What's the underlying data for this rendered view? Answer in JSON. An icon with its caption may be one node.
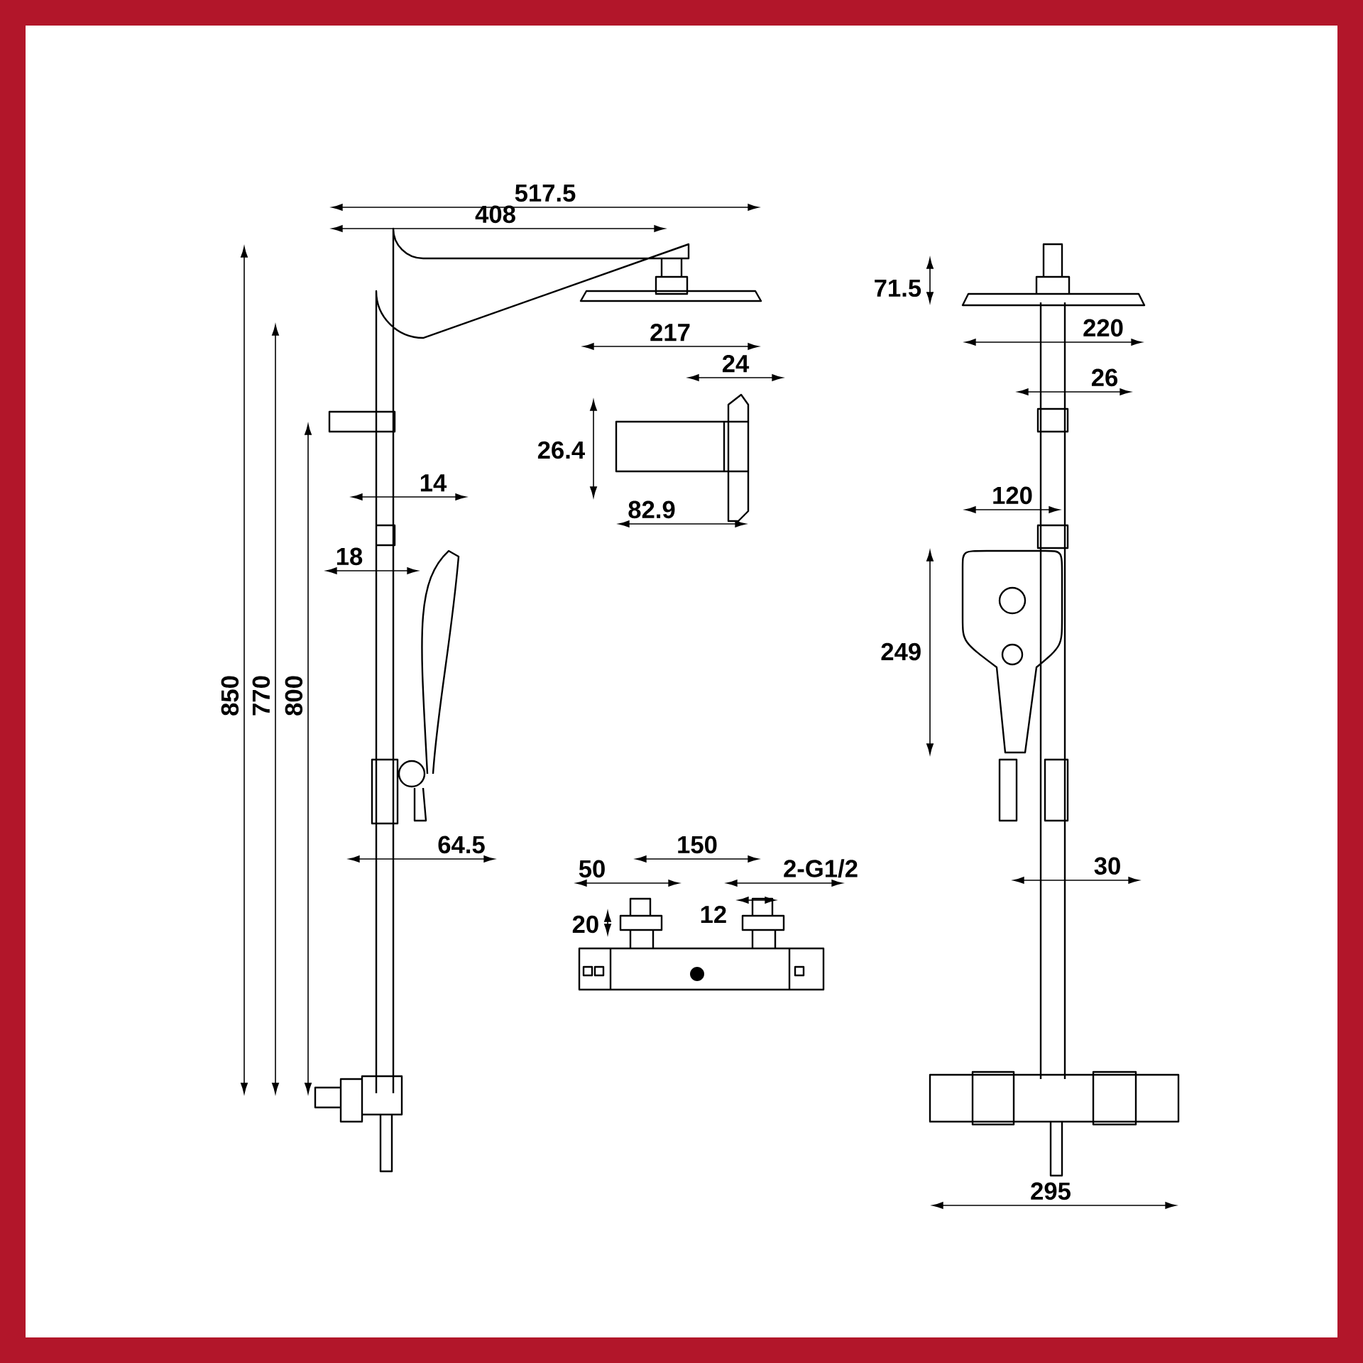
{
  "diagram": {
    "labels": [
      "517.5",
      "408",
      "71.5",
      "217",
      "220",
      "24",
      "26",
      "26.4",
      "14",
      "120",
      "82.9",
      "18",
      "249",
      "850",
      "770",
      "800",
      "64.5",
      "150",
      "50",
      "2-G1/2",
      "30",
      "12",
      "20",
      "295"
    ]
  }
}
